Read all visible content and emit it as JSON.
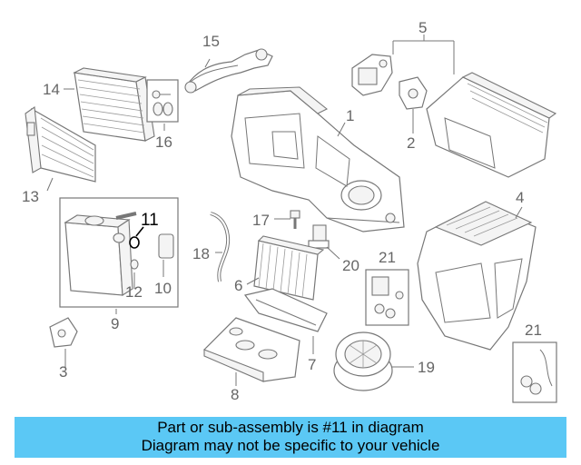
{
  "callouts": {
    "c1": "1",
    "c2": "2",
    "c3": "3",
    "c4": "4",
    "c5": "5",
    "c6": "6",
    "c7": "7",
    "c8": "8",
    "c9": "9",
    "c10": "10",
    "c11": "11",
    "c12": "12",
    "c13": "13",
    "c14": "14",
    "c15": "15",
    "c16": "16",
    "c17": "17",
    "c18": "18",
    "c19": "19",
    "c20": "20",
    "c21a": "21",
    "c21b": "21"
  },
  "highlight_color": "#5bc8f5",
  "banner": {
    "line1": "Part or sub-assembly is #11 in diagram",
    "line2": "Diagram may not be specific to your vehicle"
  }
}
